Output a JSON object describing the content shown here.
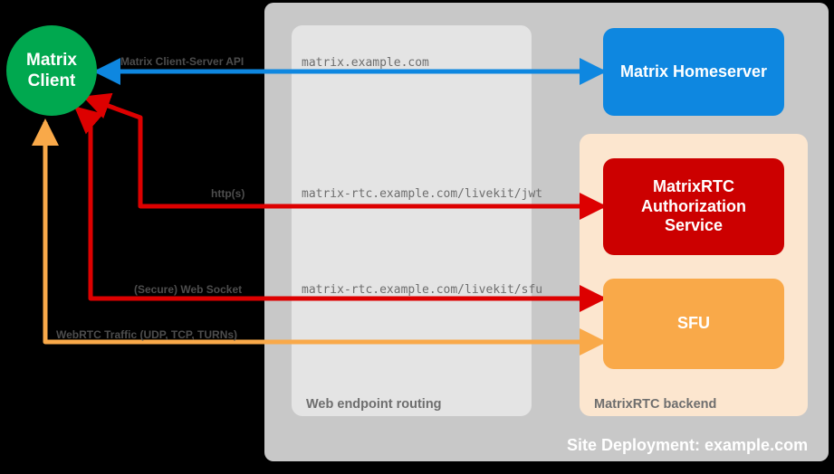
{
  "diagram": {
    "title": "Site Deployment: example.com",
    "background": "#000000"
  },
  "nodes": {
    "client": {
      "label": "Matrix\nClient",
      "line1": "Matrix",
      "line2": "Client",
      "color": "#00a84f",
      "shape": "circle"
    },
    "homeserver": {
      "label": "Matrix Homeserver",
      "color": "#0e87e0",
      "shape": "rounded-rect"
    },
    "auth_service": {
      "line1": "MatrixRTC",
      "line2": "Authorization",
      "line3": "Service",
      "color": "#cc0000",
      "shape": "rounded-rect"
    },
    "sfu": {
      "label": "SFU",
      "color": "#f9a949",
      "shape": "rounded-rect"
    }
  },
  "containers": {
    "site_deployment": {
      "caption": "Site Deployment: example.com",
      "color": "#c8c8c8"
    },
    "web_endpoint_routing": {
      "caption": "Web endpoint routing",
      "color": "#e4e4e4"
    },
    "matrixrtc_backend": {
      "caption": "MatrixRTC backend",
      "color": "#fce6cf"
    }
  },
  "endpoints": [
    {
      "name": "matrix-endpoint",
      "text": "matrix.example.com"
    },
    {
      "name": "jwt-endpoint",
      "text": "matrix-rtc.example.com/livekit/jwt"
    },
    {
      "name": "sfu-endpoint",
      "text": "matrix-rtc.example.com/livekit/sfu"
    }
  ],
  "flows": [
    {
      "name": "client-server-api",
      "label": "Matrix Client-Server API",
      "color": "#0e87e0"
    },
    {
      "name": "https-flow",
      "label": "http(s)",
      "color": "#dd0000"
    },
    {
      "name": "websocket-flow",
      "label": "(Secure) Web Socket",
      "color": "#dd0000"
    },
    {
      "name": "webrtc-flow",
      "label": "WebRTC Traffic (UDP, TCP, TURNs)",
      "color": "#f9a949"
    }
  ]
}
